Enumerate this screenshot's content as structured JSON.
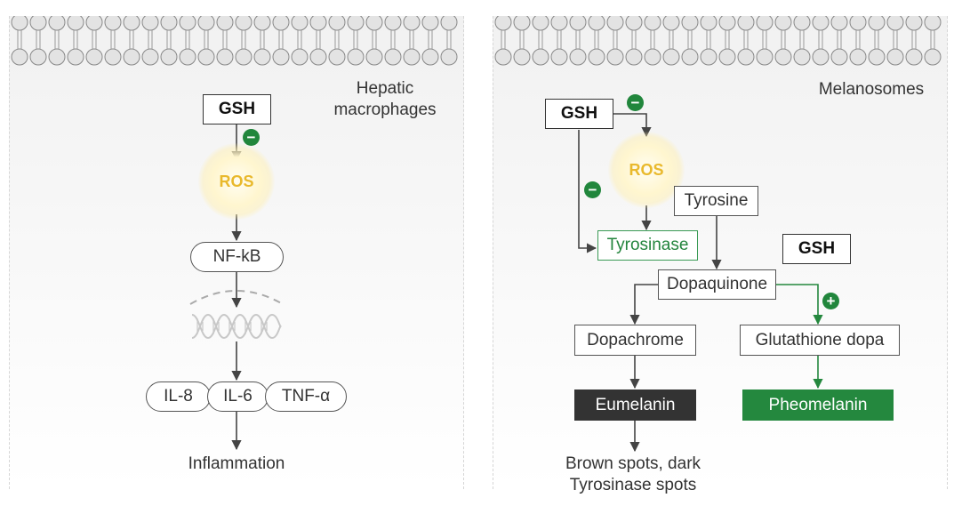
{
  "left_panel": {
    "title": "Hepatic\nmacrophages",
    "gsh": "GSH",
    "ros": "ROS",
    "nfkb": "NF-kB",
    "cytokines": [
      "IL-8",
      "IL-6",
      "TNF-α"
    ],
    "outcome": "Inflammation",
    "inhibit_symbol": "−"
  },
  "right_panel": {
    "title": "Melanosomes",
    "gsh_top": "GSH",
    "ros": "ROS",
    "tyrosine": "Tyrosine",
    "tyrosinase": "Tyrosinase",
    "gsh_mid": "GSH",
    "dopaquinone": "Dopaquinone",
    "dopachrome": "Dopachrome",
    "glutathione_dopa": "Glutathione dopa",
    "eumelanin": "Eumelanin",
    "pheomelanin": "Pheomelanin",
    "outcome": "Brown spots, dark\nTyrosinase spots",
    "inhibit_symbol": "−",
    "promote_symbol": "+"
  },
  "colors": {
    "accent_green": "#24883e",
    "ros_yellow": "#e9b92c",
    "dark_box": "#333333",
    "arrow": "#444444"
  }
}
